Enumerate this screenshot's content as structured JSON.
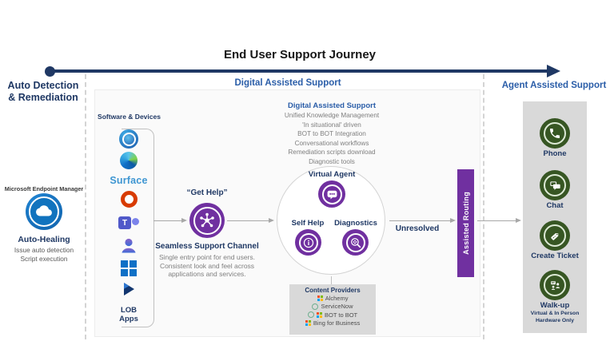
{
  "title": "End User Support Journey",
  "colors": {
    "accent_purple": "#7030A0",
    "navy_heading": "#1F3864",
    "section_blue": "#2A5DA8",
    "agent_green": "#375623",
    "panel_gray": "#D9D9D9",
    "timeline_navy": "#1F3864"
  },
  "auto_detection": {
    "heading_line1": "Auto Detection",
    "heading_line2": "& Remediation",
    "manager_label": "Microsoft Endpoint Manager",
    "manager_icon": "endpoint-manager-cloud-icon",
    "auto_healing_title": "Auto-Healing",
    "auto_healing_desc_1": "Issue auto detection",
    "auto_healing_desc_2": "Script execution"
  },
  "digital": {
    "heading": "Digital Assisted Support",
    "devices": {
      "label": "Software & Devices",
      "icons": [
        "cortana-icon",
        "edge-icon",
        "surface-logo",
        "office-icon",
        "teams-icon",
        "support-person-icon",
        "windows-icon",
        "dynamics-365-icon"
      ],
      "surface_label": "Surface",
      "lob_line1": "LOB",
      "lob_line2": "Apps"
    },
    "get_help": {
      "title": "“Get Help”",
      "icon": "network-hub-icon",
      "subtitle": "Seamless Support Channel",
      "desc": "Single entry point for end users. Consistent look and feel across applications and services."
    },
    "das": {
      "title": "Digital Assisted Support",
      "features": [
        "Unified Knowledge Management",
        "'In situational' driven",
        "BOT to BOT Integration",
        "Conversational workflows",
        "Remediation scripts download",
        "Diagnostic tools"
      ]
    },
    "hub": {
      "virtual_agent": "Virtual Agent",
      "virtual_agent_icon": "chat-bot-icon",
      "self_help": "Self Help",
      "self_help_icon": "info-icon",
      "diagnostics": "Diagnostics",
      "diagnostics_icon": "magnifier-icon"
    },
    "providers": {
      "title": "Content Providers",
      "items": [
        {
          "label": "Alchemy",
          "icons": [
            "microsoft-logo"
          ]
        },
        {
          "label": "ServiceNow",
          "icons": [
            "servicenow-logo"
          ]
        },
        {
          "label": "BOT to BOT",
          "icons": [
            "servicenow-logo",
            "microsoft-logo"
          ]
        },
        {
          "label": "Bing for Business",
          "icons": [
            "microsoft-logo"
          ]
        }
      ]
    },
    "unresolved_label": "Unresolved",
    "routing_label": "Assisted Routing"
  },
  "agent": {
    "heading": "Agent Assisted Support",
    "channels": [
      {
        "label": "Phone",
        "icon": "phone-icon"
      },
      {
        "label": "Chat",
        "icon": "chat-icon"
      },
      {
        "label": "Create Ticket",
        "icon": "ticket-icon"
      },
      {
        "label": "Walk-up",
        "icon": "walkup-icon",
        "note_line1": "Virtual & In Person",
        "note_line2": "Hardware Only"
      }
    ]
  }
}
